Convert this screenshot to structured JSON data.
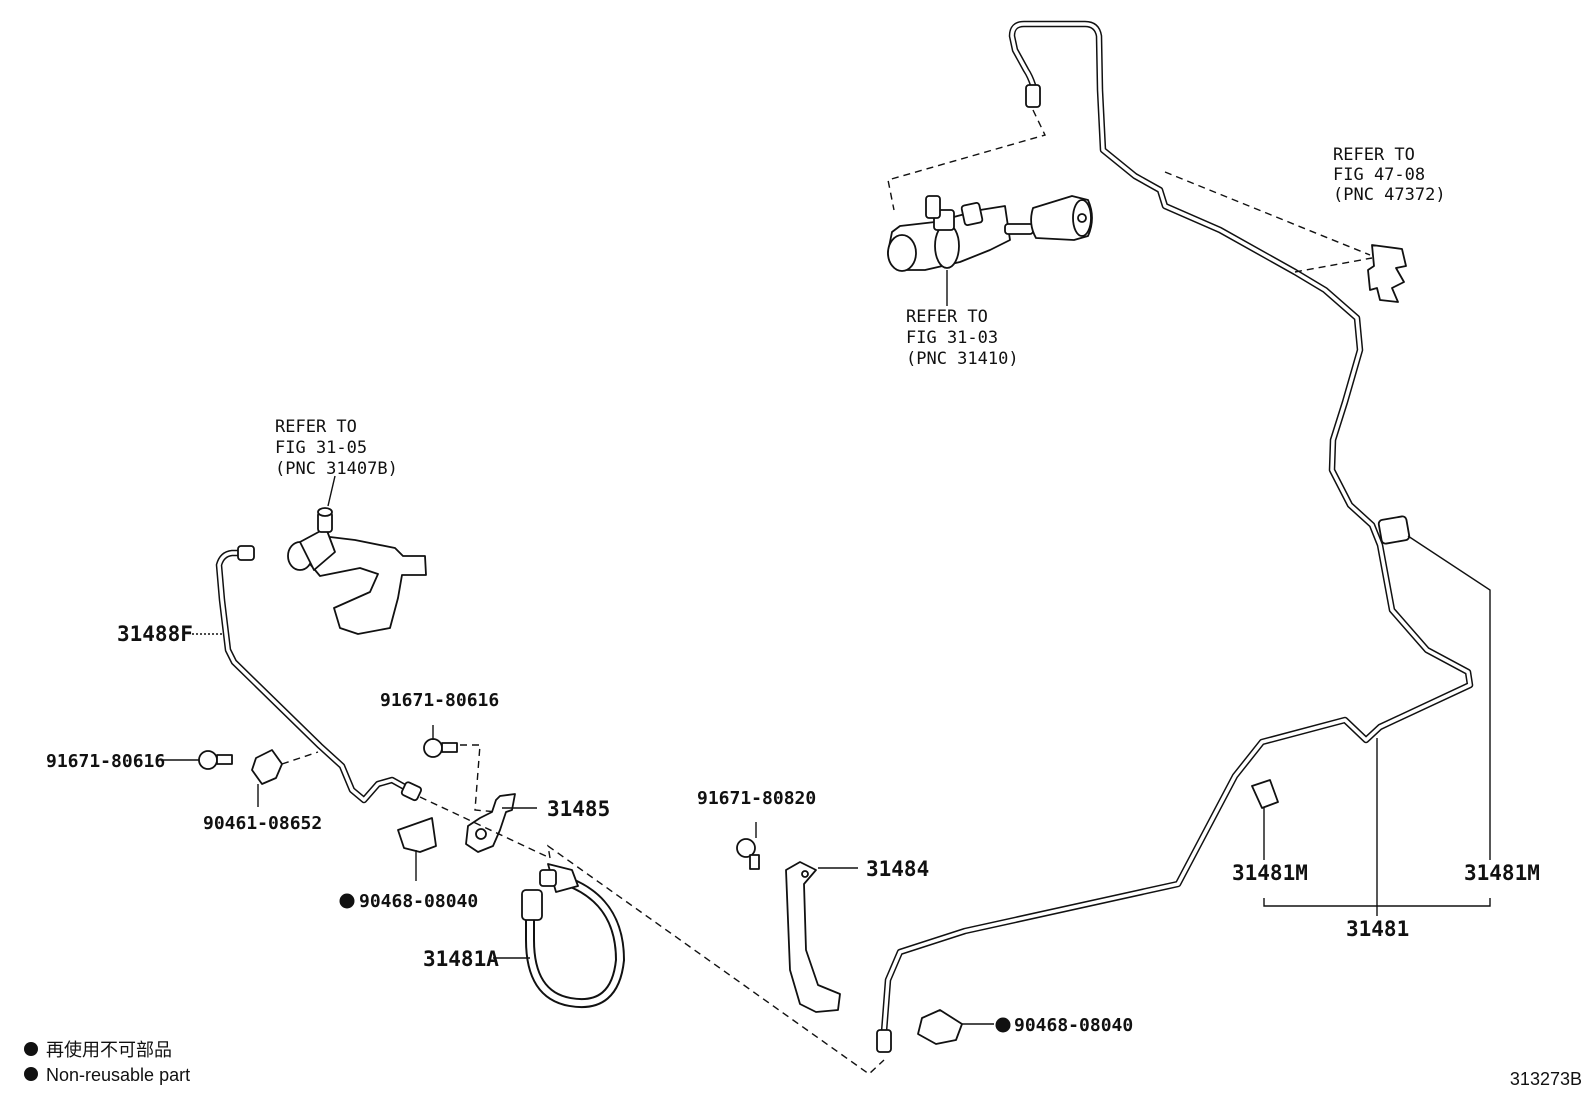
{
  "refs": {
    "fig_47_08": [
      "REFER TO",
      "FIG 47-08",
      "(PNC 47372)"
    ],
    "fig_31_03": [
      "REFER TO",
      "FIG 31-03",
      "(PNC 31410)"
    ],
    "fig_31_05": [
      "REFER TO",
      "FIG 31-05",
      "(PNC 31407B)"
    ]
  },
  "labels": {
    "p31488F": "31488F",
    "p91671_80616_a": "91671-80616",
    "p91671_80616_b": "91671-80616",
    "p90461_08652": "90461-08652",
    "p31485": "31485",
    "p90468_08040_a": "90468-08040",
    "p31481A": "31481A",
    "p91671_80820": "91671-80820",
    "p31484": "31484",
    "p90468_08040_b": "90468-08040",
    "p31481M_left": "31481M",
    "p31481M_right": "31481M",
    "p31481": "31481"
  },
  "legend": {
    "line1": "再使用不可部品",
    "line2": "Non-reusable part"
  },
  "figure_id": "313273B"
}
